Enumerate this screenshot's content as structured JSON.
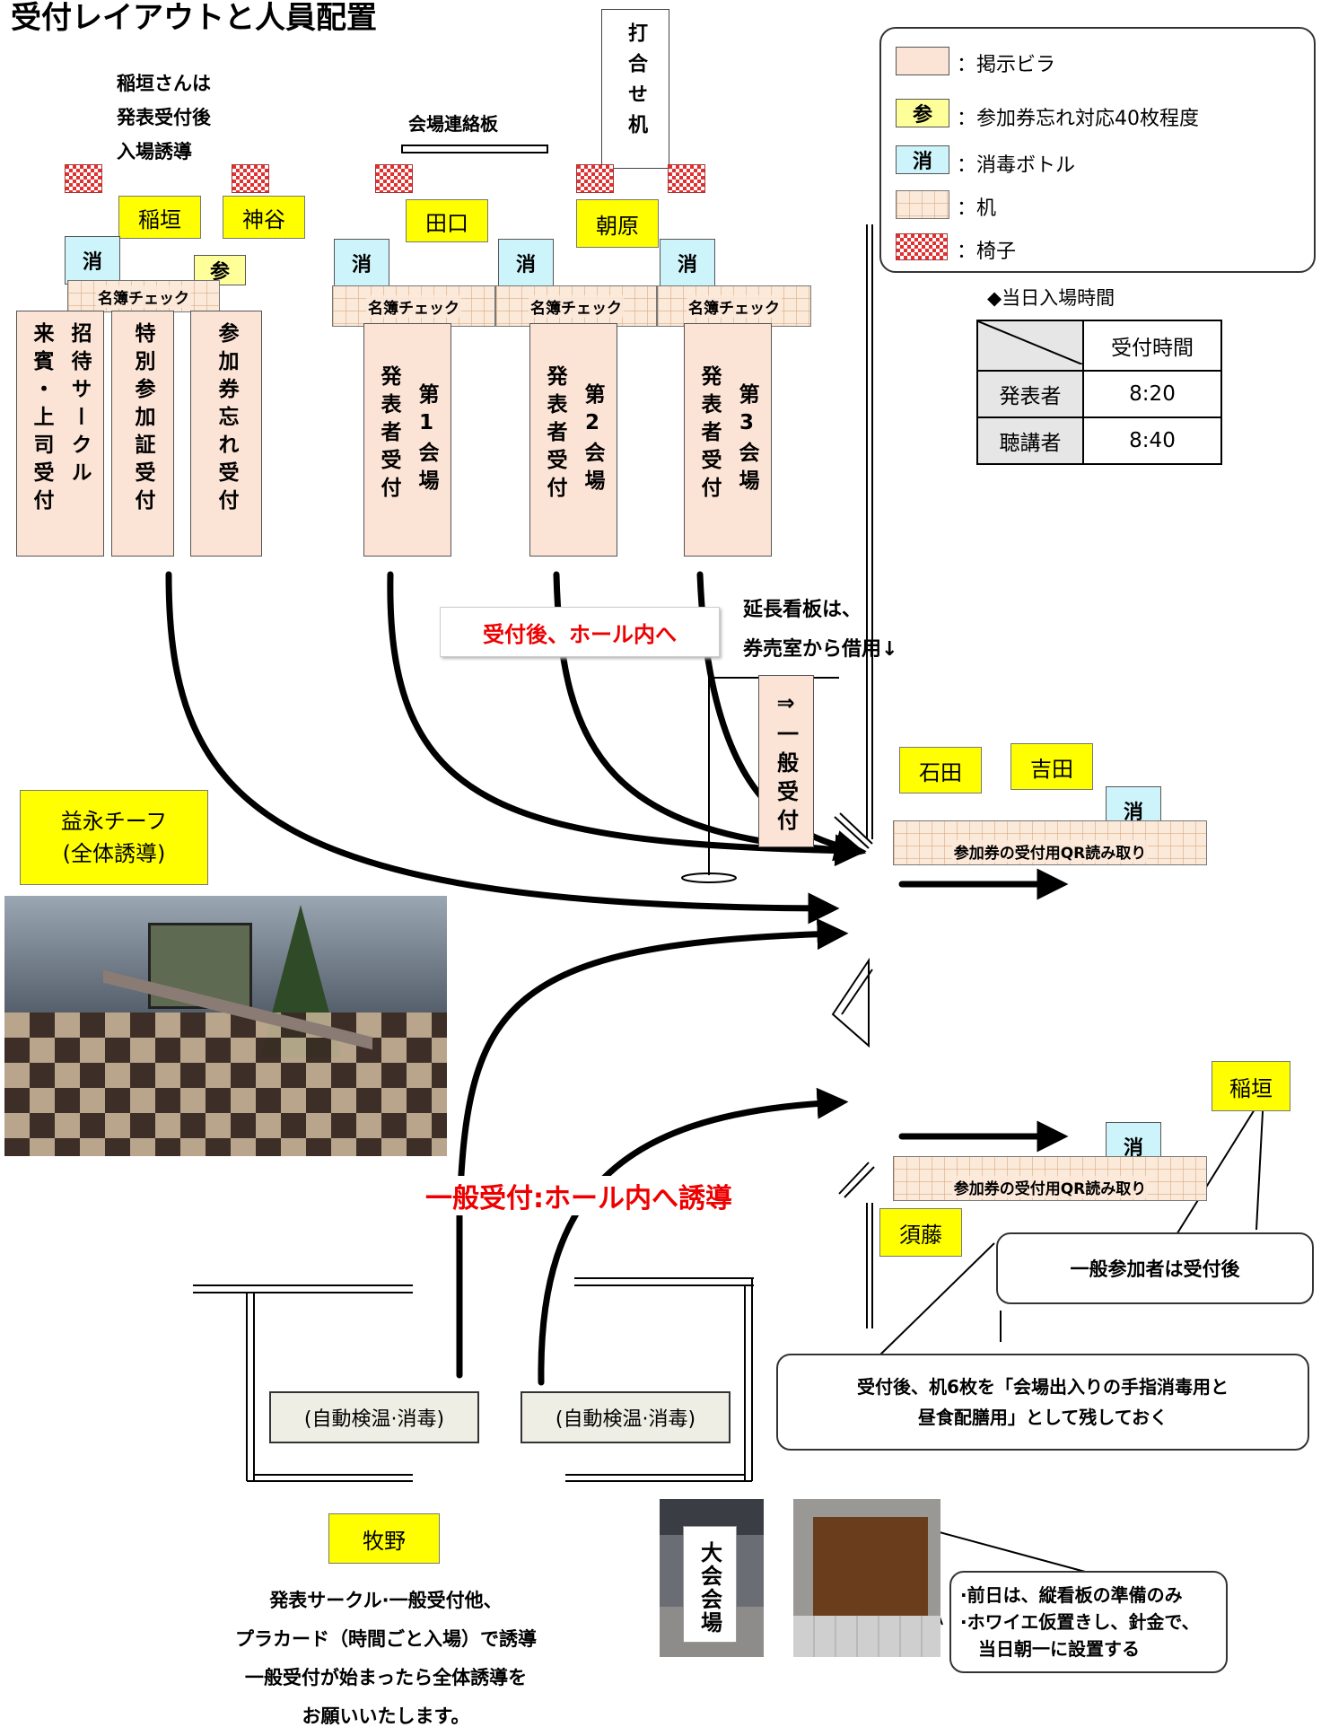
{
  "title": "受付レイアウトと人員配置",
  "note_inagaki": [
    "稲垣さんは",
    "発表受付後",
    "入場誘導"
  ],
  "staff": {
    "inagaki": "稲垣",
    "kamiya": "神谷",
    "taguchi": "田口",
    "asahara": "朝原",
    "ishida": "石田",
    "yoshida": "吉田",
    "inagaki2": "稲垣",
    "sudo": "須藤",
    "makino": "牧野",
    "masunaga": [
      "益永チーフ",
      "(全体誘導)"
    ]
  },
  "markers": {
    "shou": "消",
    "san": "参"
  },
  "meibo_check": "名簿チェック",
  "kaijou_board": "会場連絡板",
  "uchiawase_desk": "打合せ机",
  "counters": {
    "raihin": [
      "来賓・上司受付",
      "招待サークル"
    ],
    "tokubetsu": "特別参加証受付",
    "sankaken": "参加券忘れ受付",
    "hall1": [
      "発表者受付",
      "第1会場"
    ],
    "hall2": [
      "発表者受付",
      "第2会場"
    ],
    "hall3": [
      "発表者受付",
      "第3会場"
    ],
    "general": "⇒一般受付"
  },
  "legend": [
    {
      "label": "：掲示ビラ",
      "swatch": ""
    },
    {
      "label": "：参加券忘れ対応40枚程度",
      "swatch": "参"
    },
    {
      "label": "：消毒ボトル",
      "swatch": "消"
    },
    {
      "label": "：机",
      "swatch": ""
    },
    {
      "label": "：椅子",
      "swatch": ""
    }
  ],
  "entry_table": {
    "caption": "◆当日入場時間",
    "header": "受付時間",
    "rows": [
      {
        "role": "発表者",
        "time": "8:20"
      },
      {
        "role": "聴講者",
        "time": "8:40"
      }
    ]
  },
  "after_reception": "受付後、ホール内へ",
  "extension_note": [
    "延長看板は、",
    "券売室から借用↓"
  ],
  "qr_desk": "参加券の受付用QR読み取り",
  "general_guide": "一般受付:ホール内へ誘導",
  "auto_temp": "(自動検温·消毒)",
  "callout_general": "一般参加者は受付後",
  "callout_desks": [
    "受付後、机6枚を「会場出入りの手指消毒用と",
    "昼食配膳用」として残しておく"
  ],
  "makino_note": [
    "発表サークル·一般受付他、",
    "プラカード（時間ごと入場）で誘導",
    "一般受付が始まったら全体誘導を",
    "お願いいたします。"
  ],
  "sign_text": "大会会場",
  "board_note": [
    "·前日は、縦看板の準備のみ",
    "·ホワイエ仮置きし、針金で、",
    "　当日朝一に設置する"
  ]
}
